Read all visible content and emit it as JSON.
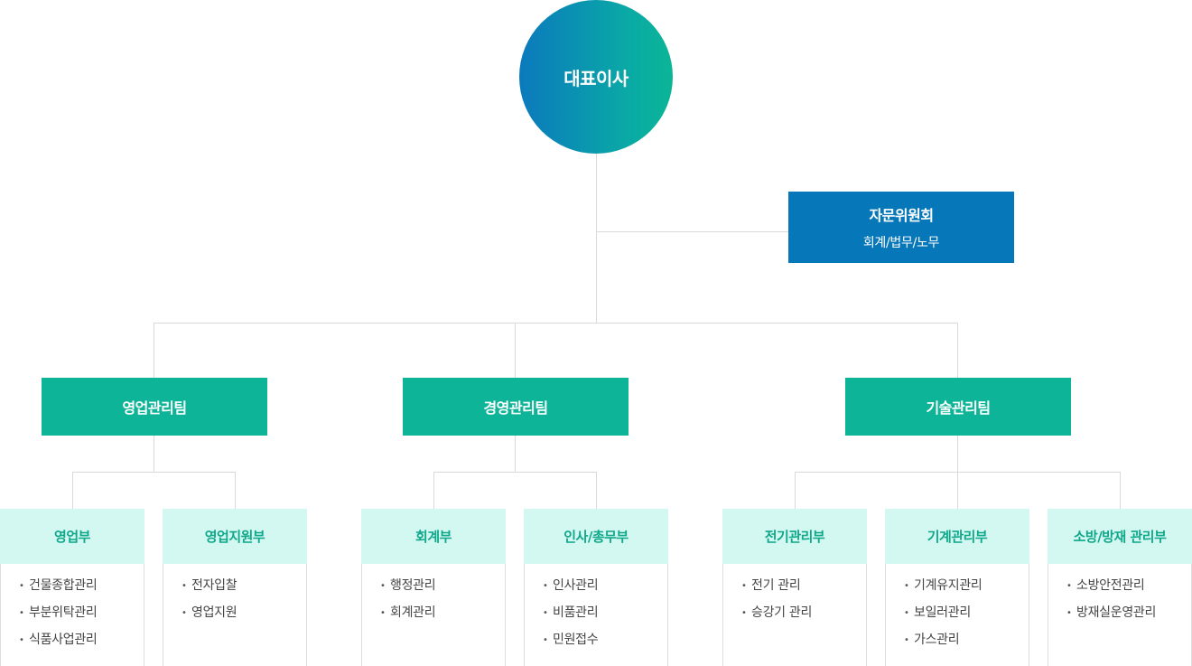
{
  "ceo": {
    "label": "대표이사"
  },
  "advisory": {
    "title": "자문위원회",
    "subtitle": "회계/법무/노무"
  },
  "teams": [
    {
      "name": "영업관리팀",
      "departments": [
        {
          "name": "영업부",
          "items": [
            "건물종합관리",
            "부분위탁관리",
            "식품사업관리"
          ]
        },
        {
          "name": "영업지원부",
          "items": [
            "전자입찰",
            "영업지원"
          ]
        }
      ]
    },
    {
      "name": "경영관리팀",
      "departments": [
        {
          "name": "회계부",
          "items": [
            "행정관리",
            "회계관리"
          ]
        },
        {
          "name": "인사/총무부",
          "items": [
            "인사관리",
            "비품관리",
            "민원접수"
          ]
        }
      ]
    },
    {
      "name": "기술관리팀",
      "departments": [
        {
          "name": "전기관리부",
          "items": [
            "전기 관리",
            "승강기 관리"
          ]
        },
        {
          "name": "기계관리부",
          "items": [
            "기계유지관리",
            "보일러관리",
            "가스관리"
          ]
        },
        {
          "name": "소방/방재 관리부",
          "items": [
            "소방안전관리",
            "방재실운영관리"
          ]
        }
      ]
    }
  ],
  "colors": {
    "ceo_gradient_start": "#0b79bd",
    "ceo_gradient_end": "#0bb596",
    "advisory": "#0677b9",
    "team": "#0db497",
    "dept_head_bg": "#d3f7f1",
    "dept_head_text": "#10a88b",
    "connector": "#d9d9d9"
  }
}
